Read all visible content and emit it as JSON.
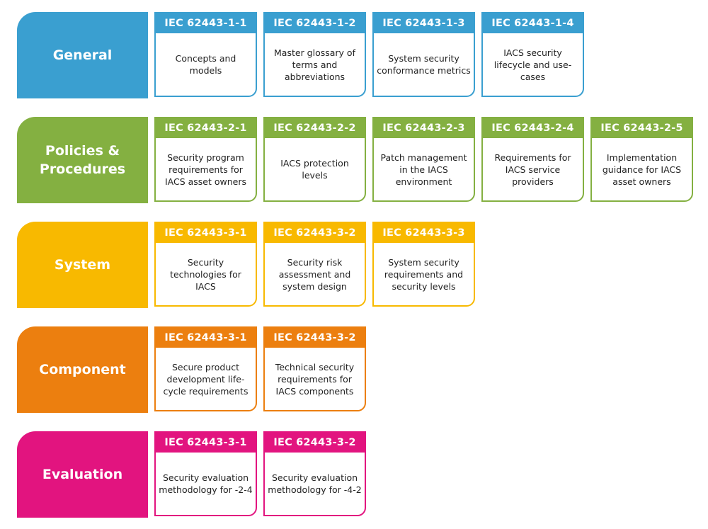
{
  "rows": [
    {
      "category": "General",
      "color": "#3a9fd0",
      "cards": [
        {
          "code": "IEC 62443-1-1",
          "text": "Concepts and models"
        },
        {
          "code": "IEC 62443-1-2",
          "text": "Master glossary of terms and abbreviations"
        },
        {
          "code": "IEC 62443-1-3",
          "text": "System security conformance metrics"
        },
        {
          "code": "IEC 62443-1-4",
          "text": "IACS security lifecycle and use-cases"
        }
      ]
    },
    {
      "category": "Policies & Procedures",
      "color": "#84b041",
      "cards": [
        {
          "code": "IEC 62443-2-1",
          "text": "Security program requirements for IACS asset owners"
        },
        {
          "code": "IEC 62443-2-2",
          "text": "IACS protection levels"
        },
        {
          "code": "IEC 62443-2-3",
          "text": "Patch management in the IACS environment"
        },
        {
          "code": "IEC 62443-2-4",
          "text": "Requirements for IACS service providers"
        },
        {
          "code": "IEC 62443-2-5",
          "text": "Implementation guidance for IACS asset owners"
        }
      ]
    },
    {
      "category": "System",
      "color": "#f8b900",
      "cards": [
        {
          "code": "IEC 62443-3-1",
          "text": "Security technologies for IACS"
        },
        {
          "code": "IEC 62443-3-2",
          "text": "Security risk assessment and system design"
        },
        {
          "code": "IEC 62443-3-3",
          "text": "System security requirements and security levels"
        }
      ]
    },
    {
      "category": "Component",
      "color": "#ec7f0f",
      "cards": [
        {
          "code": "IEC 62443-3-1",
          "text": "Secure product development life-cycle requirements"
        },
        {
          "code": "IEC 62443-3-2",
          "text": "Technical security requirements for IACS components"
        }
      ]
    },
    {
      "category": "Evaluation",
      "color": "#e2147f",
      "cards": [
        {
          "code": "IEC 62443-3-1",
          "text": "Security evaluation methodology for -2-4"
        },
        {
          "code": "IEC 62443-3-2",
          "text": "Security evaluation methodology for -4-2"
        }
      ]
    }
  ]
}
